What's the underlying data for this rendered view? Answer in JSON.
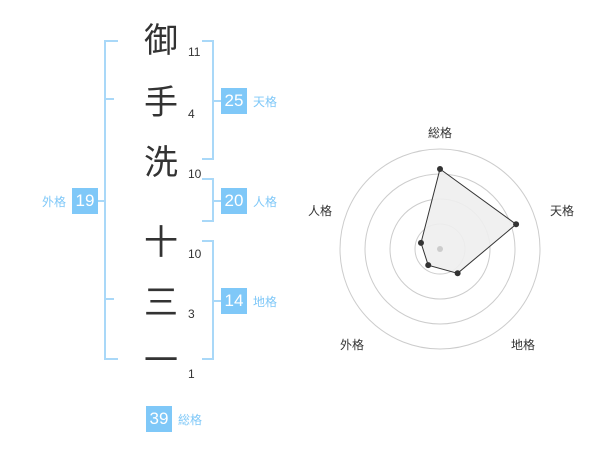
{
  "name": {
    "characters": [
      {
        "char": "御",
        "strokes": "11"
      },
      {
        "char": "手",
        "strokes": "4"
      },
      {
        "char": "洗",
        "strokes": "10"
      },
      {
        "char": "十",
        "strokes": "10"
      },
      {
        "char": "三",
        "strokes": "3"
      },
      {
        "char": "一",
        "strokes": "1"
      }
    ]
  },
  "fortune": {
    "tenkaku": {
      "value": "25",
      "label": "天格"
    },
    "jinkaku": {
      "value": "20",
      "label": "人格"
    },
    "chikaku": {
      "value": "14",
      "label": "地格"
    },
    "gaikaku": {
      "value": "19",
      "label": "外格"
    },
    "soukaku": {
      "value": "39",
      "label": "総格"
    }
  },
  "radar": {
    "axes": [
      "総格",
      "天格",
      "地格",
      "外格",
      "人格"
    ],
    "rings": 4,
    "values": [
      4,
      4,
      1.5,
      1,
      1
    ],
    "max": 5,
    "colors": {
      "fill": "#eeeeee",
      "stroke": "#333333",
      "ring": "#cccccc",
      "center": "#cccccc"
    }
  },
  "colors": {
    "accent": "#7fc8f8",
    "bracket": "#a9d8f8",
    "text": "#333333"
  }
}
